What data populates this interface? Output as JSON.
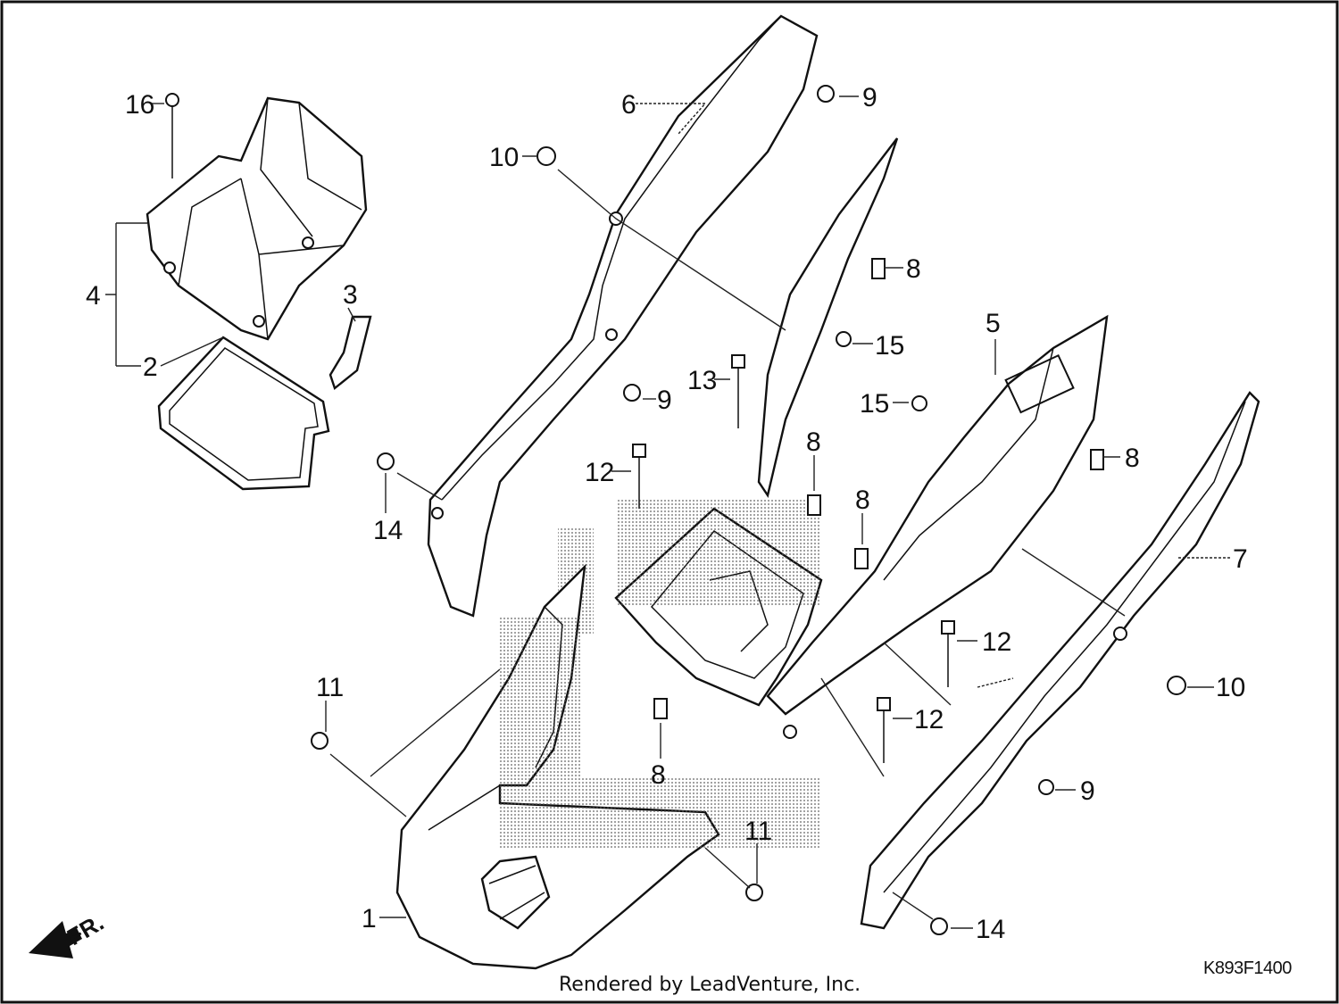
{
  "callouts": [
    {
      "id": "p16",
      "label": "16"
    },
    {
      "id": "p4",
      "label": "4"
    },
    {
      "id": "p2",
      "label": "2"
    },
    {
      "id": "p3",
      "label": "3"
    },
    {
      "id": "p6",
      "label": "6"
    },
    {
      "id": "p10a",
      "label": "10"
    },
    {
      "id": "p9a",
      "label": "9"
    },
    {
      "id": "p8a",
      "label": "8"
    },
    {
      "id": "p15a",
      "label": "15"
    },
    {
      "id": "p5",
      "label": "5"
    },
    {
      "id": "p9b",
      "label": "9"
    },
    {
      "id": "p13",
      "label": "13"
    },
    {
      "id": "p15b",
      "label": "15"
    },
    {
      "id": "p8b",
      "label": "8"
    },
    {
      "id": "p12a",
      "label": "12"
    },
    {
      "id": "p8c",
      "label": "8"
    },
    {
      "id": "p8d",
      "label": "8"
    },
    {
      "id": "p14a",
      "label": "14"
    },
    {
      "id": "p7",
      "label": "7"
    },
    {
      "id": "p12b",
      "label": "12"
    },
    {
      "id": "p10b",
      "label": "10"
    },
    {
      "id": "p11a",
      "label": "11"
    },
    {
      "id": "p12c",
      "label": "12"
    },
    {
      "id": "p8e",
      "label": "8"
    },
    {
      "id": "p9c",
      "label": "9"
    },
    {
      "id": "p11b",
      "label": "11"
    },
    {
      "id": "p1",
      "label": "1"
    },
    {
      "id": "p14b",
      "label": "14"
    }
  ],
  "direction_marker": "FR.",
  "diagram_code": "K893F1400",
  "footer_credit": "Rendered by LeadVenture, Inc.",
  "colors": {
    "line": "#111111",
    "background": "#ffffff",
    "hatch": "#777777"
  }
}
